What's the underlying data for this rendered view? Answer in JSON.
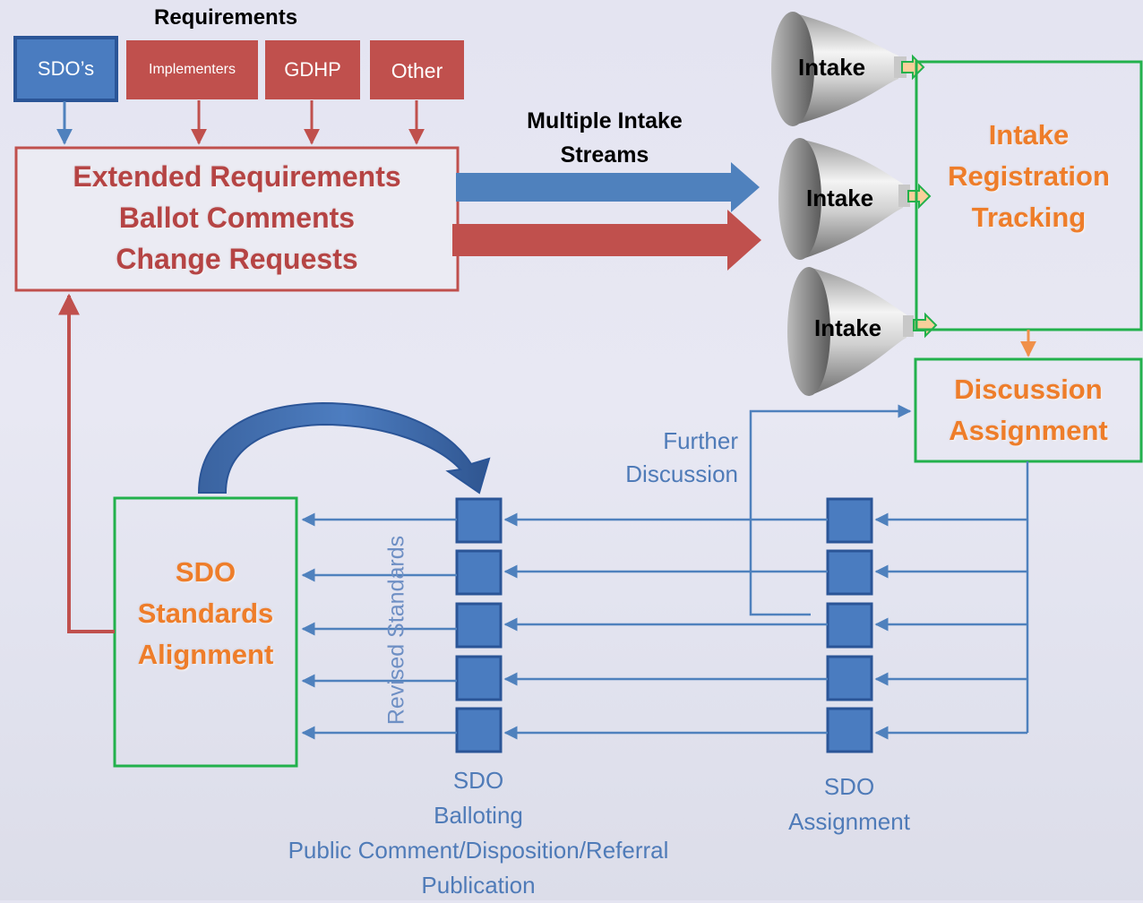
{
  "requirements_header": "Requirements",
  "sources": [
    {
      "label": "SDO’s",
      "color": "#4a7cc0"
    },
    {
      "label": "Implementers",
      "color": "#c0504d"
    },
    {
      "label": "GDHP",
      "color": "#c0504d"
    },
    {
      "label": "Other",
      "color": "#c0504d"
    }
  ],
  "requirements_box": {
    "line1": "Extended Requirements",
    "line2": "Ballot Comments",
    "line3": "Change Requests"
  },
  "streams_label": {
    "line1": "Multiple Intake",
    "line2": "Streams"
  },
  "funnels": [
    "Intake",
    "Intake",
    "Intake"
  ],
  "intake_box": {
    "line1": "Intake",
    "line2": "Registration",
    "line3": "Tracking"
  },
  "discussion_box": {
    "line1": "Discussion",
    "line2": "Assignment"
  },
  "further_discussion": {
    "line1": "Further",
    "line2": "Discussion"
  },
  "alignment_box": {
    "line1": "SDO",
    "line2": "Standards",
    "line3": "Alignment"
  },
  "revised_standards": "Revised Standards",
  "balloting_label": {
    "line1": "SDO",
    "line2": "Balloting",
    "line3": "Public Comment/Disposition/Referral",
    "line4": "Publication"
  },
  "assignment_label": {
    "line1": "SDO",
    "line2": "Assignment"
  },
  "colors": {
    "red": "#c0504d",
    "blue": "#4f81bd",
    "green": "#22b14c",
    "orange": "#ee7d2a"
  }
}
